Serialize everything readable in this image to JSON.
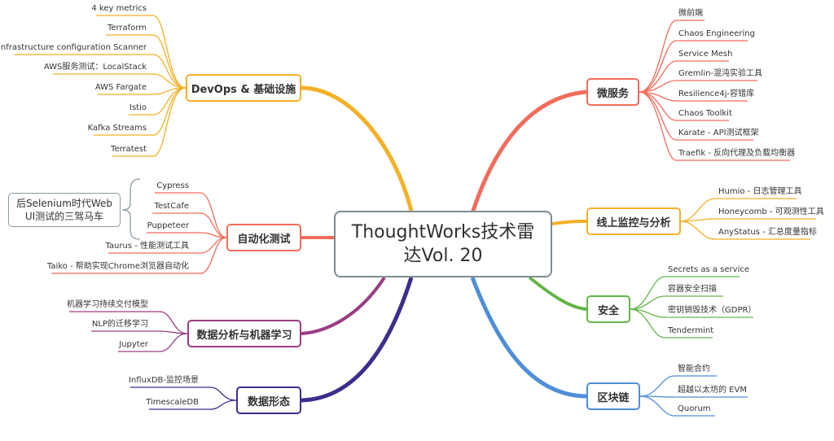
{
  "center_title": "ThoughtWorks技术雷达Vol. 20",
  "colors": {
    "microservices": "#f26c5b",
    "monitoring": "#f4b027",
    "security": "#63b549",
    "blockchain": "#4f8ed8",
    "devops": "#f4b027",
    "testing": "#f26c5b",
    "ml": "#9a3d84",
    "data": "#3f2d8c",
    "note": "#8a9aa3"
  },
  "branches": {
    "microservices": {
      "label": "微服务",
      "items": [
        "微前端",
        "Chaos Engineering",
        "Service Mesh",
        "Gremlin-混沌实验工具",
        "Resilience4j-容错库",
        "Chaos Toolkit",
        "Karate - API测试框架",
        "Traefik - 反向代理及负载均衡器"
      ]
    },
    "monitoring": {
      "label": "线上监控与分析",
      "items": [
        "Humio - 日志管理工具",
        "Honeycomb - 可观测性工具",
        "AnyStatus - 汇总度量指标"
      ]
    },
    "security": {
      "label": "安全",
      "items": [
        "Secrets as a service",
        "容器安全扫描",
        "密钥销毁技术（GDPR）",
        "Tendermint"
      ]
    },
    "blockchain": {
      "label": "区块链",
      "items": [
        "智能合约",
        "超越以太坊的 EVM",
        "Quorum"
      ]
    },
    "devops": {
      "label": "DevOps & 基础设施",
      "items": [
        "4 key metrics",
        "Terraform",
        "Infrastructure configuration Scanner",
        "AWS服务测试：LocalStack",
        "AWS Fargate",
        "Istio",
        "Kafka Streams",
        "Terratest"
      ]
    },
    "testing": {
      "label": "自动化测试",
      "items": [
        "Cypress",
        "TestCafe",
        "Puppeteer",
        "Taurus - 性能测试工具",
        "Taiko - 帮助实现Chrome浏览器自动化"
      ],
      "note": "后Selenium时代Web UI测试的三驾马车"
    },
    "ml": {
      "label": "数据分析与机器学习",
      "items": [
        "机器学习持续交付模型",
        "NLP的迁移学习",
        "Jupyter"
      ]
    },
    "data": {
      "label": "数据形态",
      "items": [
        "InfluxDB-监控场景",
        "TimescaleDB"
      ]
    }
  }
}
